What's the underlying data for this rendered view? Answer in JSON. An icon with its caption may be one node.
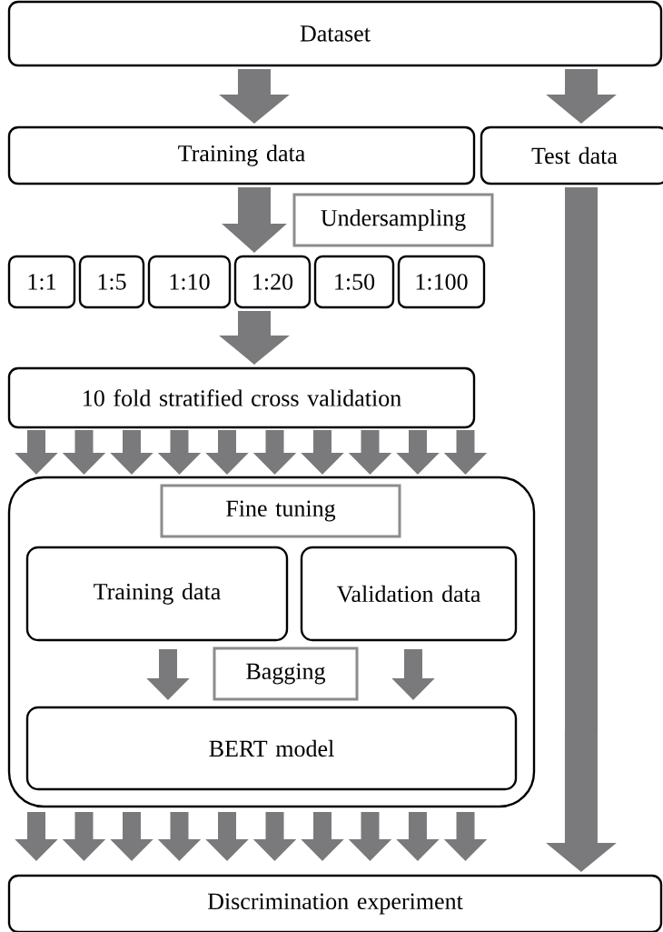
{
  "diagram": {
    "nodes": [
      {
        "text": [
          "Dataset"
        ]
      },
      {
        "text": [
          "Training data"
        ]
      },
      {
        "text": [
          "Test data"
        ]
      },
      {
        "text": [
          "Undersampling"
        ]
      },
      {
        "text": [
          "1:1"
        ]
      },
      {
        "text": [
          "1:5"
        ]
      },
      {
        "text": [
          "1:10"
        ]
      },
      {
        "text": [
          "1:20"
        ]
      },
      {
        "text": [
          "1:50"
        ]
      },
      {
        "text": [
          "1:100"
        ]
      },
      {
        "text": [
          "10 fold stratified cross validation"
        ]
      },
      {
        "text": [],
        "shape": "box"
      },
      {
        "text": [
          "Fine tuning"
        ],
        "in": 11
      },
      {
        "text": [
          "Training data"
        ],
        "in": 11
      },
      {
        "text": [
          "Validation data"
        ],
        "in": 11
      },
      {
        "text": [
          "Bagging"
        ],
        "in": 11
      },
      {
        "text": [
          "BERT model"
        ],
        "in": 11
      },
      {
        "text": [
          "Discrimination experiment"
        ]
      }
    ],
    "edges": [
      {
        "from": 0,
        "to": 1,
        "arrow": "to",
        "style": "thick"
      },
      {
        "from": 0,
        "to": 2,
        "arrow": "to",
        "style": "thick"
      },
      {
        "from": 1,
        "to": 7,
        "arrow": "to",
        "style": "thick"
      },
      {
        "from": 7,
        "to": 10,
        "arrow": "to",
        "style": "thick"
      },
      {
        "from": 10,
        "to": 11,
        "arrow": "to"
      },
      {
        "from": 10,
        "to": 11,
        "arrow": "to"
      },
      {
        "from": 10,
        "to": 11,
        "arrow": "to"
      },
      {
        "from": 10,
        "to": 11,
        "arrow": "to"
      },
      {
        "from": 10,
        "to": 11,
        "arrow": "to"
      },
      {
        "from": 10,
        "to": 11,
        "arrow": "to"
      },
      {
        "from": 10,
        "to": 11,
        "arrow": "to"
      },
      {
        "from": 10,
        "to": 11,
        "arrow": "to"
      },
      {
        "from": 10,
        "to": 11,
        "arrow": "to"
      },
      {
        "from": 10,
        "to": 11,
        "arrow": "to"
      },
      {
        "from": 13,
        "to": 16,
        "arrow": "to"
      },
      {
        "from": 14,
        "to": 16,
        "arrow": "to"
      },
      {
        "from": 11,
        "to": 17,
        "arrow": "to"
      },
      {
        "from": 11,
        "to": 17,
        "arrow": "to"
      },
      {
        "from": 11,
        "to": 17,
        "arrow": "to"
      },
      {
        "from": 11,
        "to": 17,
        "arrow": "to"
      },
      {
        "from": 11,
        "to": 17,
        "arrow": "to"
      },
      {
        "from": 11,
        "to": 17,
        "arrow": "to"
      },
      {
        "from": 11,
        "to": 17,
        "arrow": "to"
      },
      {
        "from": 11,
        "to": 17,
        "arrow": "to"
      },
      {
        "from": 11,
        "to": 17,
        "arrow": "to"
      },
      {
        "from": 11,
        "to": 17,
        "arrow": "to"
      },
      {
        "from": 2,
        "to": 17,
        "arrow": "to",
        "style": "thick"
      }
    ]
  }
}
